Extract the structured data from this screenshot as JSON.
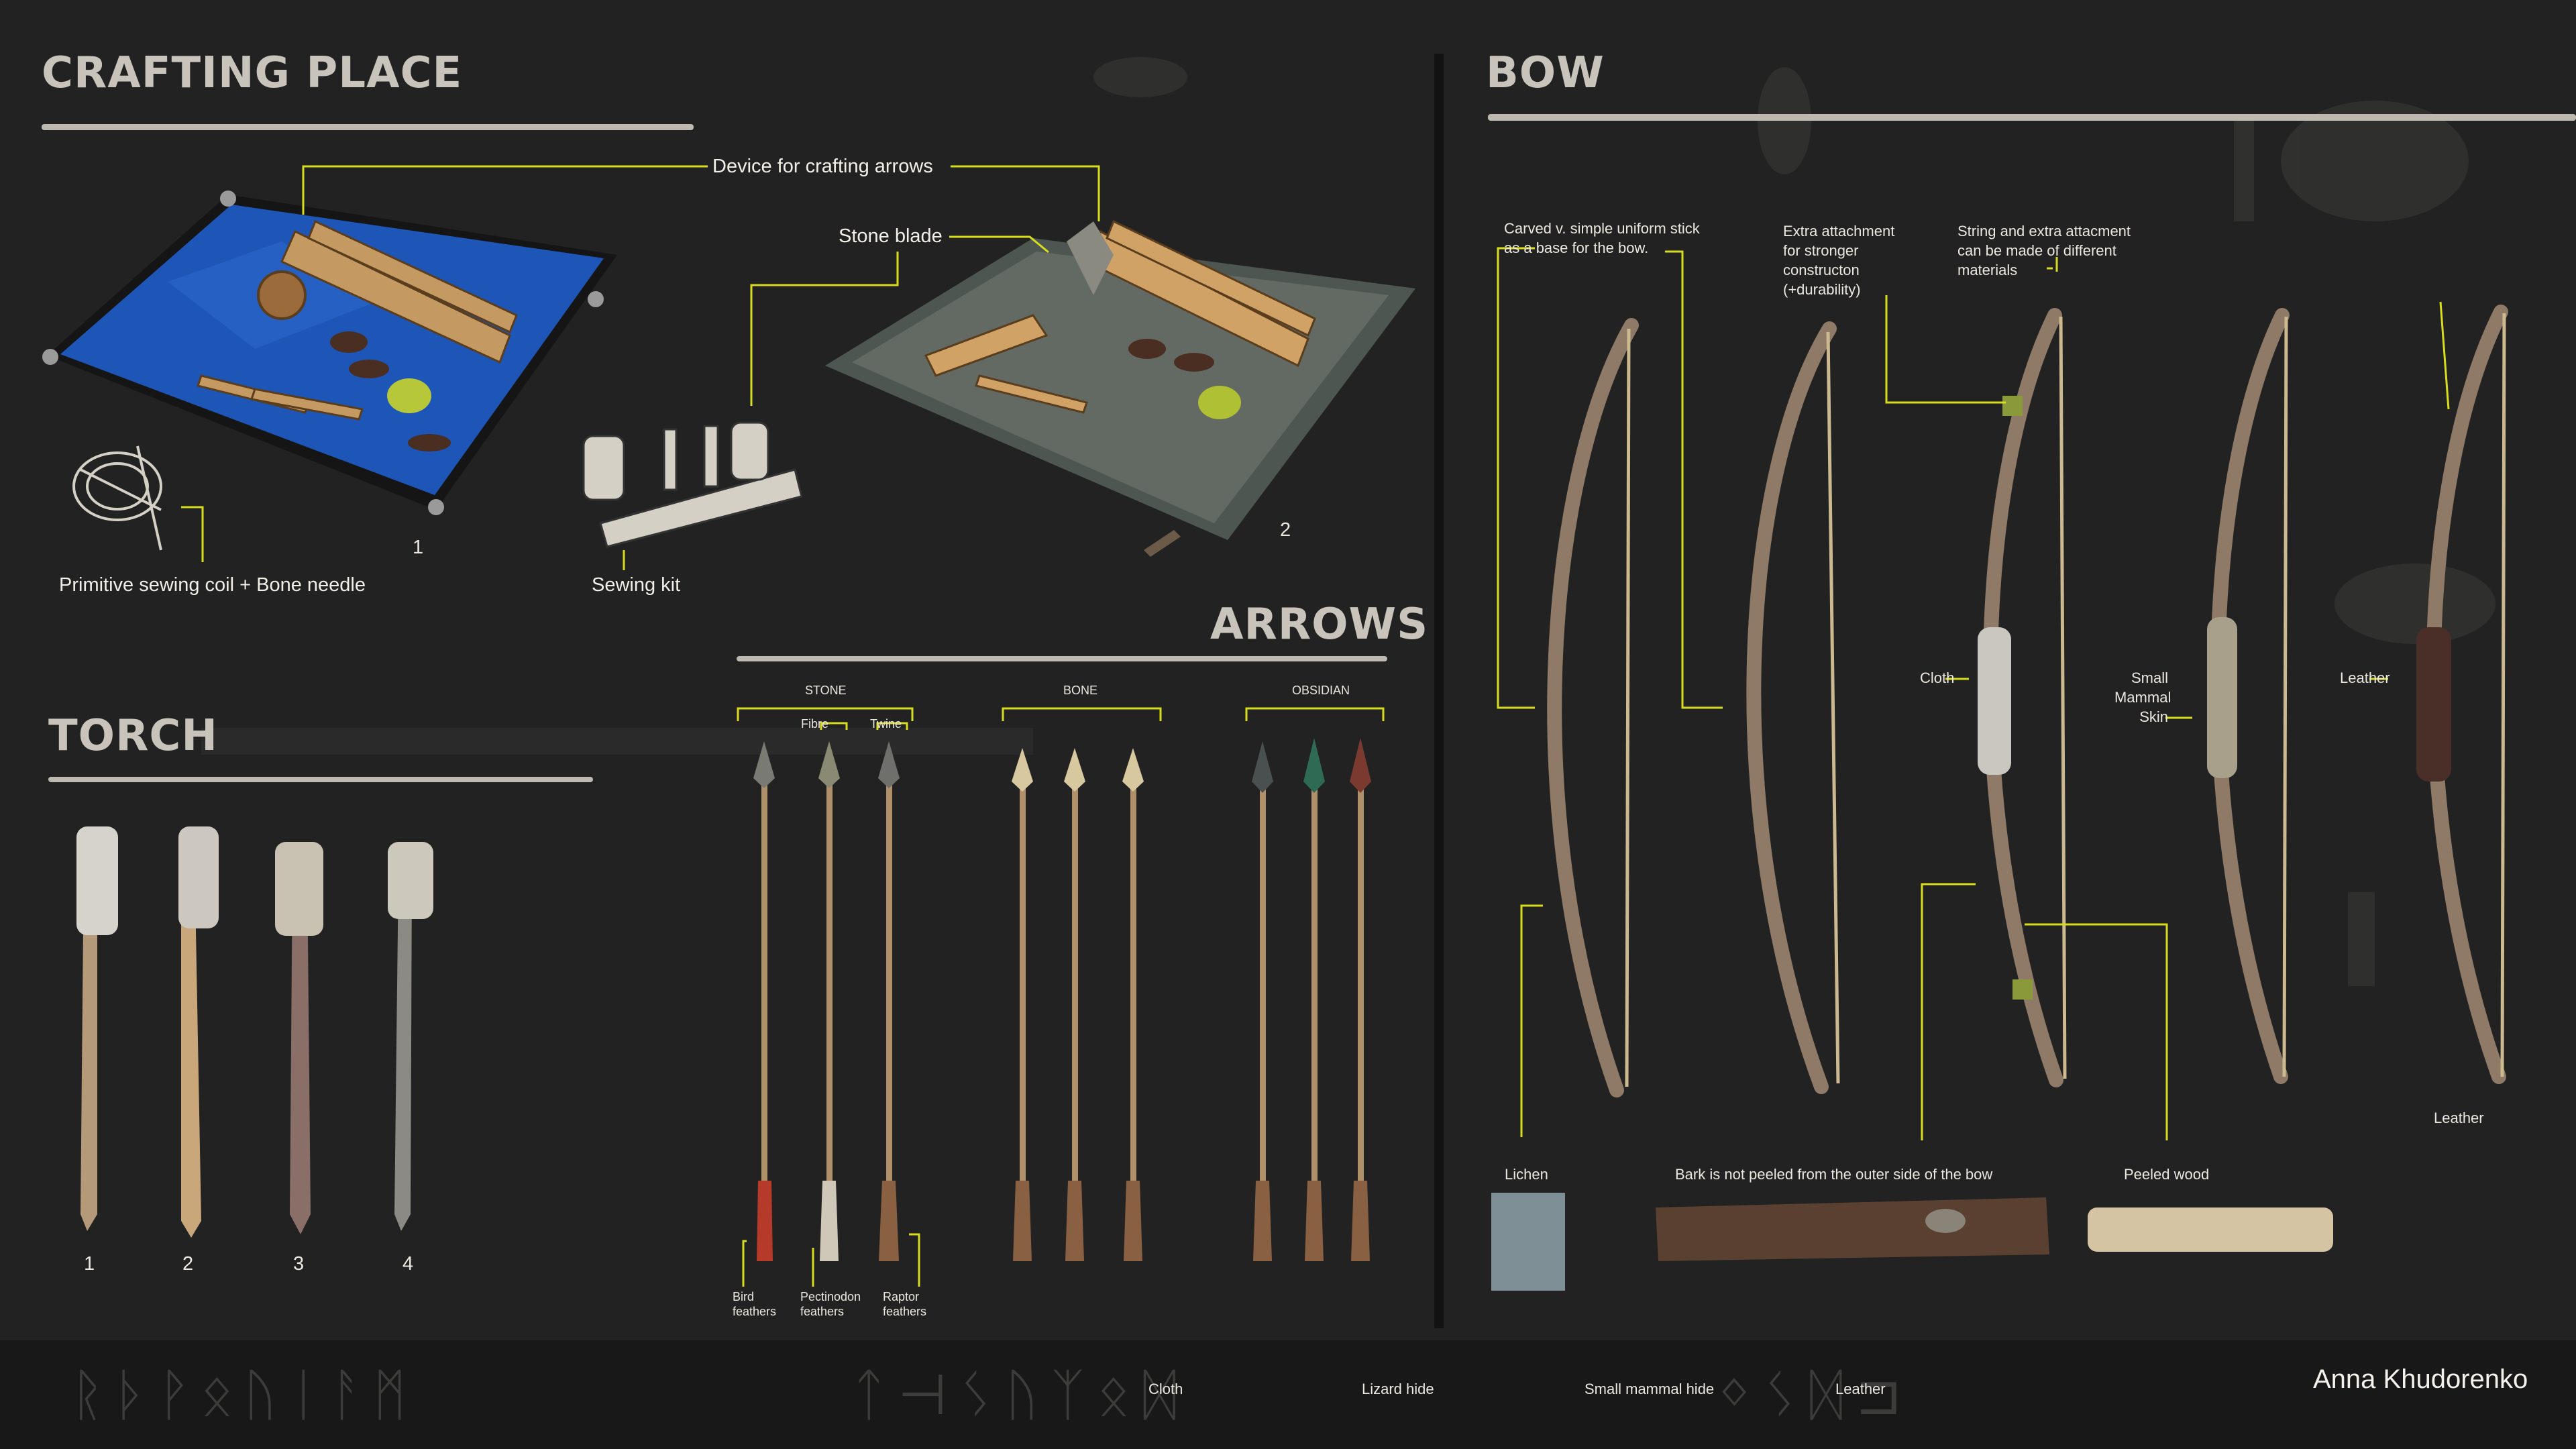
{
  "colors": {
    "background": "#222222",
    "callout_line": "#d8dc1e",
    "tarp_blue": "#1e56b8",
    "heading": "#c8c4bb",
    "footer": "#181818"
  },
  "crafting": {
    "title": "CRAFTING PLACE",
    "device_label": "Device for crafting arrows",
    "stone_blade_label": "Stone blade",
    "sewing_coil_label": "Primitive sewing coil + Bone needle",
    "sewing_kit_label": "Sewing kit",
    "variant_1": "1",
    "variant_2": "2"
  },
  "torch": {
    "title": "TORCH",
    "numbers": [
      "1",
      "2",
      "3",
      "4"
    ]
  },
  "arrows": {
    "title": "ARROWS",
    "groups": [
      "STONE",
      "BONE",
      "OBSIDIAN"
    ],
    "fibre": "Fibre",
    "twine": "Twine",
    "feathers": [
      {
        "line1": "Bird",
        "line2": "feathers"
      },
      {
        "line1": "Pectinodon",
        "line2": "feathers"
      },
      {
        "line1": "Raptor",
        "line2": "feathers"
      }
    ]
  },
  "bow": {
    "title": "BOW",
    "note_carved": [
      "Carved v. simple uniform stick",
      "as a base for the bow."
    ],
    "note_extra": [
      "Extra attachment",
      "for stronger",
      "constructon",
      "(+durability)"
    ],
    "note_string": [
      "String and extra attacment",
      "can be made of different",
      "materials"
    ],
    "cloth": "Cloth",
    "small_mammal_skin": [
      "Small",
      "Mammal",
      "Skin"
    ],
    "leather_grip": "Leather",
    "leather_bottom": "Leather",
    "lichen": "Lichen",
    "bark_note": "Bark is not peeled from the outer side of the bow",
    "peeled_wood": "Peeled wood"
  },
  "footer": {
    "swatch_labels": [
      "Cloth",
      "Lizard hide",
      "Small mammal hide",
      "Leather"
    ],
    "author": "Anna Khudorenko",
    "runes_left": "ᚱᚦᚹᛟᚢᛁᚨᛗ",
    "runes_mid": "ᛏ⊣ᛊᚢᛉᛟᛞ",
    "runes_right": "ᛜᛊᛞ⊐"
  }
}
